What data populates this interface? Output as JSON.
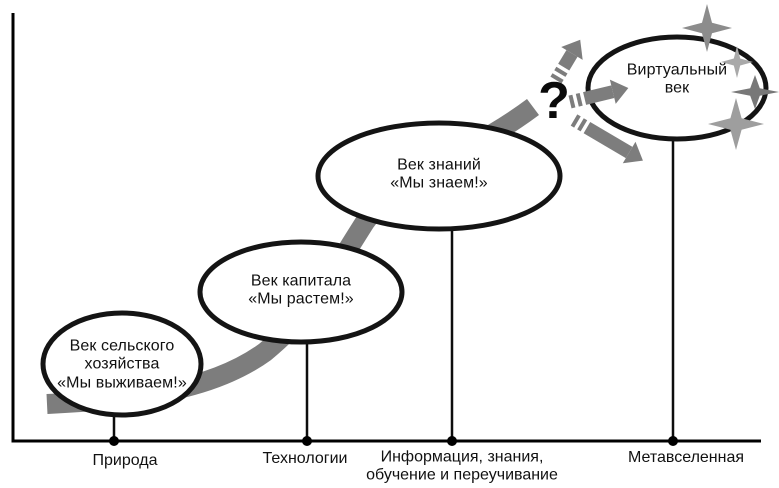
{
  "diagram": {
    "stages": [
      {
        "id": "agriculture",
        "label": "Век сельского\nхозяйства\n«Мы выживаем!»",
        "axis_label": "Природа"
      },
      {
        "id": "capital",
        "label": "Век капитала\n«Мы растем!»",
        "axis_label": "Технологии"
      },
      {
        "id": "knowledge",
        "label": "Век знаний\n«Мы знаем!»",
        "axis_label": "Информация, знания,\nобучение и переучивание"
      },
      {
        "id": "virtual",
        "label": "Виртуальный\nвек",
        "axis_label": "Метавселенная"
      }
    ],
    "uncertainty_mark": "?",
    "icons": [
      "growth-curve",
      "arrow-up-right-icon",
      "arrow-right-icon",
      "arrow-down-right-icon",
      "sparkle-icon"
    ],
    "colors": {
      "ink": "#111111",
      "curve_gray": "#7d7d7d",
      "arrow_gray": "#7d7d7d",
      "star_medium": "#8c8c8c",
      "star_light": "#a9a9a9",
      "star_dark": "#787878",
      "star_soft": "#9e9e9e"
    }
  }
}
